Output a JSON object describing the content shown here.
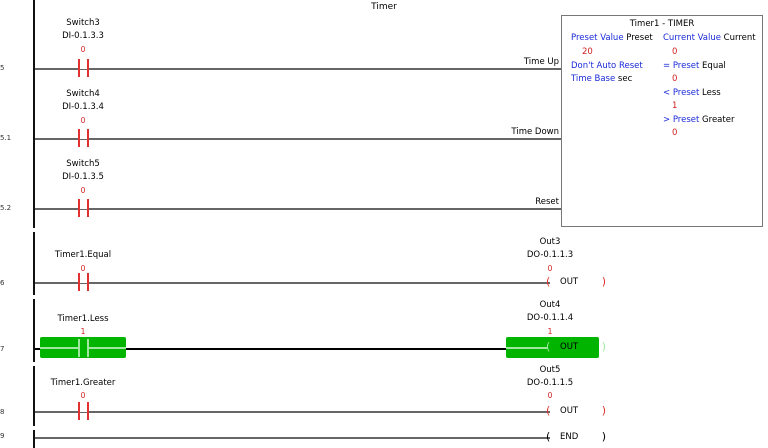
{
  "title": "Timer",
  "rungs": [
    {
      "num": "5",
      "contact": {
        "name": "Switch3",
        "addr": "DI-0.1.3.3",
        "value": "0"
      },
      "pin": "Time Up"
    },
    {
      "num": "5.1",
      "contact": {
        "name": "Switch4",
        "addr": "DI-0.1.3.4",
        "value": "0"
      },
      "pin": "Time Down"
    },
    {
      "num": "5.2",
      "contact": {
        "name": "Switch5",
        "addr": "DI-0.1.3.5",
        "value": "0"
      },
      "pin": "Reset"
    },
    {
      "num": "6",
      "contact": {
        "name": "Timer1.Equal",
        "addr": "",
        "value": "0"
      },
      "coil": {
        "name": "Out3",
        "addr": "DO-0.1.1.3",
        "value": "0",
        "type": "OUT"
      }
    },
    {
      "num": "7",
      "contact": {
        "name": "Timer1.Less",
        "addr": "",
        "value": "1"
      },
      "coil": {
        "name": "Out4",
        "addr": "DO-0.1.1.4",
        "value": "1",
        "type": "OUT"
      }
    },
    {
      "num": "8",
      "contact": {
        "name": "Timer1.Greater",
        "addr": "",
        "value": "0"
      },
      "coil": {
        "name": "Out5",
        "addr": "DO-0.1.1.5",
        "value": "0",
        "type": "OUT"
      }
    },
    {
      "num": "9",
      "coil": {
        "type": "END"
      }
    }
  ],
  "timer": {
    "header": "Timer1 - TIMER",
    "preset_label": "Preset Value",
    "preset_tag": "Preset",
    "preset_value": "20",
    "auto_reset": "Don't Auto Reset",
    "timebase_label": "Time Base",
    "timebase_value": "sec",
    "current_label": "Current Value",
    "current_tag": "Current",
    "current_value": "0",
    "eq_label": "= Preset",
    "eq_tag": "Equal",
    "eq_value": "0",
    "lt_label": "< Preset",
    "lt_tag": "Less",
    "lt_value": "1",
    "gt_label": "> Preset",
    "gt_tag": "Greater",
    "gt_value": "0"
  },
  "colors": {
    "active": "#00b400",
    "off_value": "#d02020",
    "param": "#1a2ad8"
  }
}
